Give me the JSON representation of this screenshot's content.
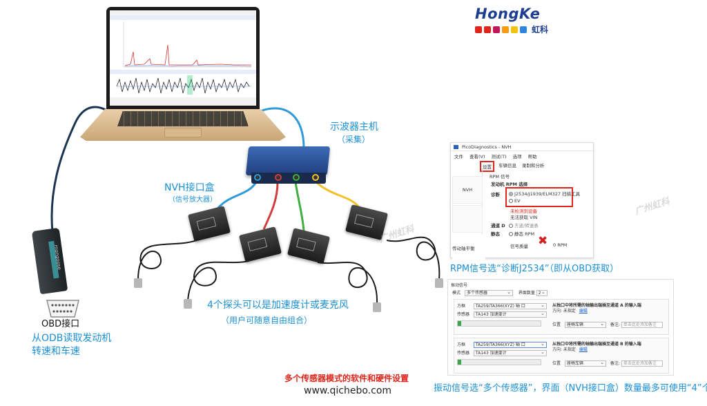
{
  "logo": {
    "brand": "HongKe",
    "cn": "虹科",
    "square_colors": [
      "#e0251b",
      "#e0251b",
      "#c2185b",
      "#f39c12",
      "#f1c40f",
      "#2e86de",
      "#1d3d8f"
    ]
  },
  "labels": {
    "scope_title": "示波器主机",
    "scope_sub": "（采集）",
    "nvh_title": "NVH接口盒",
    "nvh_sub": "（信号放大器）",
    "probe_line1": "4个探头可以是加速度计或麦克风",
    "probe_line2": "（用户可随意自由组合）",
    "obd_port": "OBD接口",
    "obd_desc1": "从ODB读取发动机",
    "obd_desc2": "转速和车速",
    "rpm_note": "RPM信号选“诊断J2534”（即从OBD获取）",
    "bottom_red": "多个传感器模式的软件和硬件设置",
    "website": "www.qichebo.com",
    "vib_note": "振动信号选“多个传感器”，界面（NVH接口盒）数量最多可使用“4”个",
    "watermark": "广州虹科"
  },
  "colors": {
    "label_blue": "#1a8fd6",
    "label_red": "#e0251b",
    "cable_blue": "#2f9ad8",
    "cable_red": "#d23c3c",
    "cable_green": "#3fae3f",
    "cable_yellow": "#f2c12e",
    "cable_black": "#1a1a1a"
  },
  "pico": {
    "title": "PicoDiagnostics - NVH",
    "menu": [
      "文件",
      "查看(V)",
      "测试(T)",
      "选项",
      "帮助"
    ],
    "tabs": [
      "设置",
      "车辆信息",
      "录制和分析"
    ],
    "left_items": [
      "NVH",
      "",
      "传动轴平衡"
    ],
    "rpm_section": "RPM 信号",
    "engine_rpm": "发动机 RPM 选择",
    "diag_label": "诊断",
    "diag_option": "J2534/J1939/ELM327 扫描工具",
    "ev_option": "EV",
    "no_device": "未检测到设备",
    "no_vin": "无法获取 VIN",
    "channel_d_label": "通道 D",
    "channel_d_option": "方波/转速表",
    "static_label": "静态",
    "static_option": "静态 RPM",
    "quality_label": "信号质量",
    "rpm_value": "0 RPM"
  },
  "vib": {
    "section": "振动信号",
    "mode_label": "模式",
    "mode_value": "多个传感器",
    "iface_label": "界面数量",
    "iface_value": "2",
    "channels": [
      {
        "dir_label": "方框",
        "dir_value": "TA259/TA366(XYZ) 轴 口",
        "sensor_label": "传感器",
        "sensor_value": "TA143 加速度计",
        "hint": "从独口中将所需的轴输出端插至通道 A 的输入端",
        "hint_dir": "方向: 未指定",
        "hint_link": "编辑",
        "pos_label": "位置",
        "pos_value": "座椅车辆",
        "note_label": "备注:",
        "note_placeholder": "单击此处添加备注"
      },
      {
        "dir_label": "方框",
        "dir_value": "TA259/TA366(XYZ) 轴 口",
        "sensor_label": "传感器",
        "sensor_value": "TA143 加速度计",
        "hint": "从独口中将所需的轴输出端插至通道 B 的输入端",
        "hint_dir": "方向: 未指定",
        "hint_link": "编辑",
        "pos_label": "位置",
        "pos_value": "座椅车辆",
        "note_label": "备注:",
        "note_placeholder": "单击此处添加备注"
      }
    ]
  },
  "obd_brand": "mongoose"
}
